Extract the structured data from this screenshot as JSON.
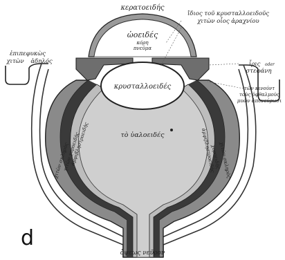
{
  "figure": {
    "panel_letter": "d",
    "labels": {
      "cornea": "κερατοειδής",
      "aqueous": "ὠοειδές",
      "pupil_line1": "κόρη",
      "pupil_line2": "πνεῦμα",
      "lens_capsule_line1": "ἴδιος τοῦ κρυσταλλοειδοῦς",
      "lens_capsule_line2": "χιτὼν οἷος ἀραχνίου",
      "conjunctiva_line1": "ἐπιπεφυκὼς",
      "conjunctiva_line2": "χιτὼν",
      "conjunctiva_line3": "ἀδηλός",
      "iris_line1": "ἶρις",
      "iris_line2": "στεφάνη",
      "iris_note": "oder",
      "muscles_line1": "τῶν κινούντ",
      "muscles_line2": "τοὺς ὀφθαλμοὺς",
      "muscles_line3": "μυῶν ἀπονεύρωσι",
      "lens": "κρυσταλλοειδές",
      "vitreous": "τὸ ὑαλοειδές",
      "left_coat_inner": "ἀμφιβληστροειδὴς",
      "left_coat_mid": "χιτὼν χοροειδὴς",
      "left_coat_outer": "χιτὼν σκληρὸς",
      "right_coat_inner": "ἀμφιβληστροειδὴς",
      "right_coat_mid": "χοροειδὴς",
      "right_coat_outer": "χιτὼν σκληρὸς",
      "optic_nerve": "ὄψεως νεῦρον"
    }
  }
}
